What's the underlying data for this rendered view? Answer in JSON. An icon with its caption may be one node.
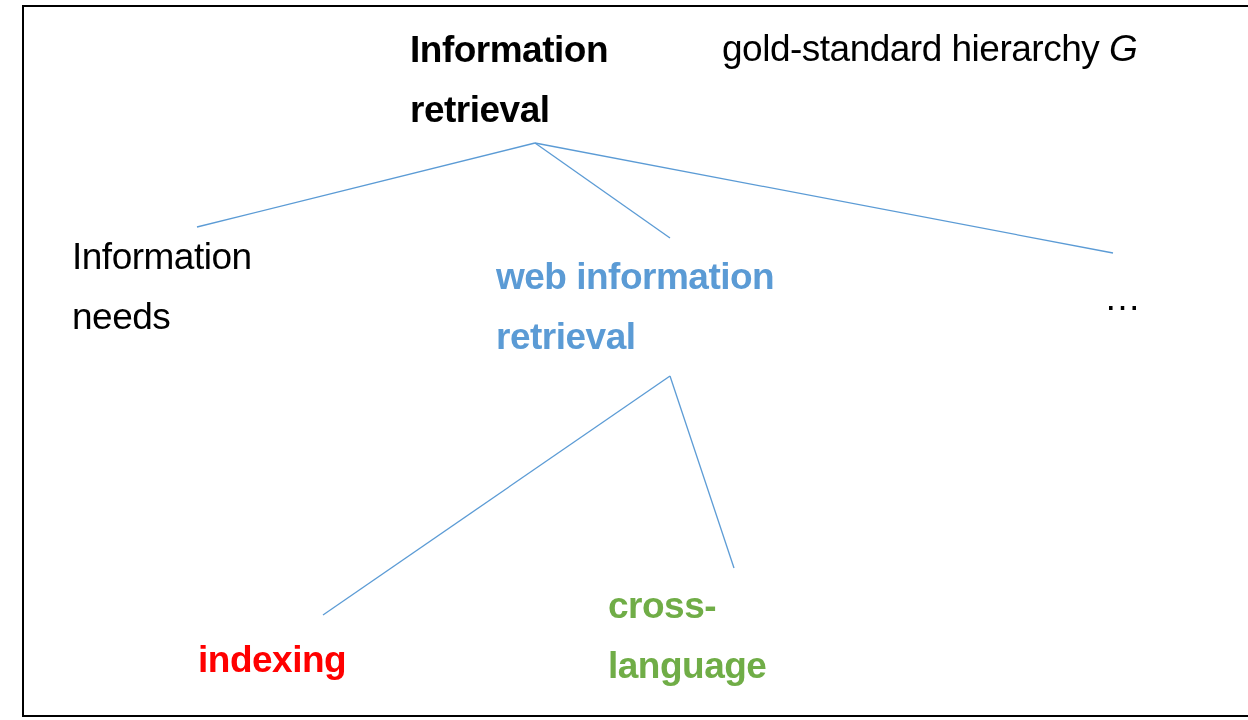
{
  "diagram": {
    "nodes": [
      {
        "text": [
          "Information retrieval"
        ]
      },
      {
        "text": [
          "Information needs"
        ]
      },
      {
        "text": [
          "web information retrieval"
        ]
      },
      {
        "text": [
          "…"
        ]
      },
      {
        "text": [
          "indexing"
        ]
      },
      {
        "text": [
          "cross-language"
        ]
      }
    ],
    "edges": [
      {
        "from": 0,
        "to": 1,
        "arrow": "none"
      },
      {
        "from": 0,
        "to": 2,
        "arrow": "none"
      },
      {
        "from": 0,
        "to": 3,
        "arrow": "none"
      },
      {
        "from": 2,
        "to": 4,
        "arrow": "none"
      },
      {
        "from": 2,
        "to": 5,
        "arrow": "none"
      }
    ],
    "labels": [
      "gold-standard hierarchy *G*"
    ]
  }
}
